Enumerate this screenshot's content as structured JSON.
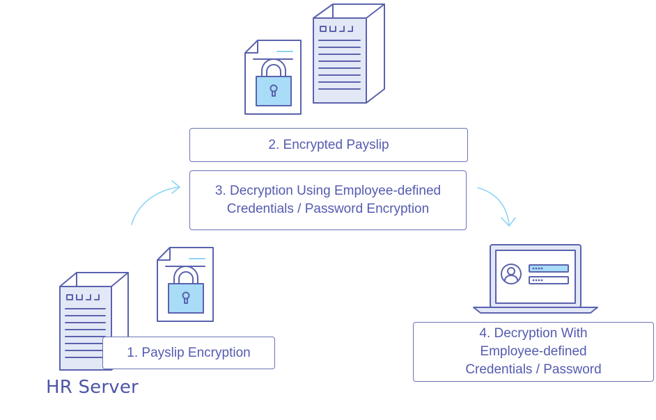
{
  "steps": {
    "encryption": {
      "label": "1. Payslip Encryption"
    },
    "encrypted": {
      "label": "2. Encrypted Payslip"
    },
    "transfer": {
      "lines": [
        "3. Decryption Using Employee-defined",
        "Credentials / Password Encryption"
      ]
    },
    "decryption": {
      "lines": [
        "4. Decryption With",
        "Employee-defined",
        "Credentials / Password"
      ]
    }
  },
  "server_label": "HR Server",
  "colors": {
    "outline": "#5a62ad",
    "text": "#545bb0",
    "lock_fill": "#a8dcf7",
    "server_fill": "#e3e8f7",
    "arrow": "#8fd3f4"
  },
  "icons": [
    "document-lock-icon",
    "server-icon",
    "laptop-icon",
    "user-icon",
    "arrow-icon"
  ]
}
